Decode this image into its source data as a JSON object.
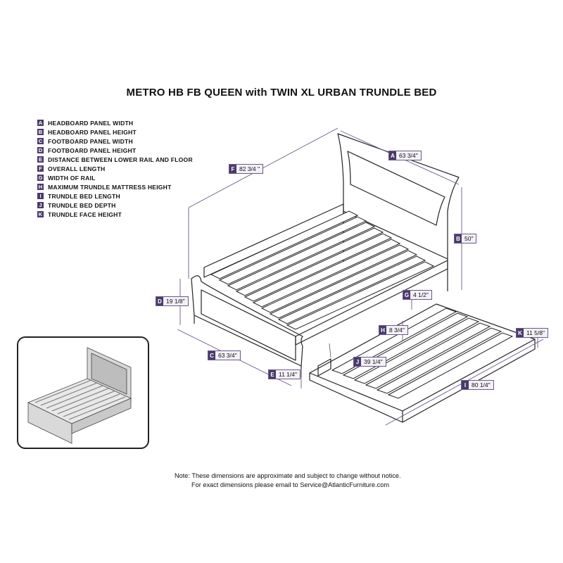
{
  "title": "METRO HB FB QUEEN with TWIN XL URBAN TRUNDLE BED",
  "legend": [
    {
      "key": "A",
      "label": "HEADBOARD PANEL WIDTH"
    },
    {
      "key": "B",
      "label": "HEADBOARD PANEL HEIGHT"
    },
    {
      "key": "C",
      "label": "FOOTBOARD PANEL WIDTH"
    },
    {
      "key": "D",
      "label": "FOOTBOARD PANEL HEIGHT"
    },
    {
      "key": "E",
      "label": "DISTANCE BETWEEN LOWER RAIL AND FLOOR"
    },
    {
      "key": "F",
      "label": "OVERALL LENGTH"
    },
    {
      "key": "G",
      "label": "WIDTH OF RAIL"
    },
    {
      "key": "H",
      "label": "MAXIMUM TRUNDLE MATTRESS HEIGHT"
    },
    {
      "key": "I",
      "label": "TRUNDLE BED LENGTH"
    },
    {
      "key": "J",
      "label": "TRUNDLE BED DEPTH"
    },
    {
      "key": "K",
      "label": "TRUNDLE FACE HEIGHT"
    }
  ],
  "dimensions": {
    "A": {
      "key": "A",
      "value": "63 3/4\""
    },
    "B": {
      "key": "B",
      "value": "50\""
    },
    "C": {
      "key": "C",
      "value": "63 3/4\""
    },
    "D": {
      "key": "D",
      "value": "19 1/8\""
    },
    "E": {
      "key": "E",
      "value": "11 1/4\""
    },
    "F": {
      "key": "F",
      "value": "82 3/4 \""
    },
    "G": {
      "key": "G",
      "value": "4 1/2\""
    },
    "H": {
      "key": "H",
      "value": "8 3/4\""
    },
    "I": {
      "key": "I",
      "value": "80 1/4\""
    },
    "J": {
      "key": "J",
      "value": "39 1/4\""
    },
    "K": {
      "key": "K",
      "value": "11 5/8\""
    }
  },
  "note": {
    "line1": "Note:  These dimensions are approximate and subject to change without notice.",
    "line2": "For exact dimensions please email to Service@AtlanticFurniture.com"
  },
  "colors": {
    "dimension_line": "#6b5a8a",
    "key_fill": "#4a3a6b",
    "outline": "#222222"
  }
}
